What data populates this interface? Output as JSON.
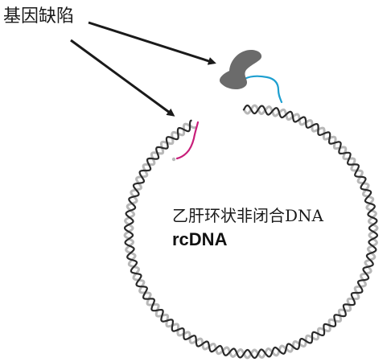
{
  "labels": {
    "gene_defect": "基因缺陷",
    "title_cn": "乙肝环状非闭合DNA",
    "title_en": "rcDNA"
  },
  "colors": {
    "strand_dark": "#2a2a2a",
    "strand_light": "#b8b8b8",
    "protein": "#6b6b6b",
    "primer_cyan": "#1e9fd0",
    "segment_magenta": "#c81e7a",
    "arrow": "#1a1a1a",
    "background": "#ffffff"
  }
}
